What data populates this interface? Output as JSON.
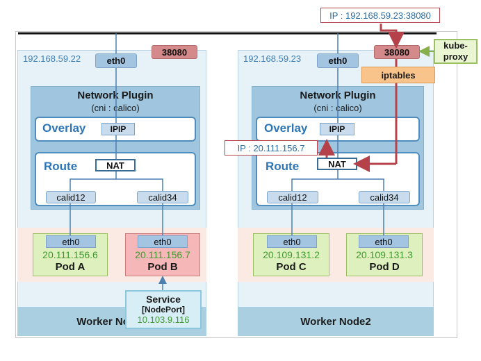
{
  "external_callout": "IP : 192.168.59.23:38080",
  "inner_callout": "IP : 20.111.156.7",
  "kube_proxy": [
    "kube-",
    "proxy"
  ],
  "iptables": "iptables",
  "nodes": [
    {
      "ip": "192.168.59.22",
      "eth": "eth0",
      "port": "38080",
      "plugin_title": "Network Plugin",
      "plugin_sub": "(cni : calico)",
      "overlay": "Overlay",
      "ipip": "IPIP",
      "route": "Route",
      "nat": "NAT",
      "calids": [
        "calid12",
        "calid34"
      ],
      "pods": [
        {
          "eth": "eth0",
          "ip": "20.111.156.6",
          "name": "Pod A",
          "style": "green"
        },
        {
          "eth": "eth0",
          "ip": "20.111.156.7",
          "name": "Pod B",
          "style": "red"
        }
      ],
      "worker": "Worker Node1"
    },
    {
      "ip": "192.168.59.23",
      "eth": "eth0",
      "port": "38080",
      "plugin_title": "Network Plugin",
      "plugin_sub": "(cni : calico)",
      "overlay": "Overlay",
      "ipip": "IPIP",
      "route": "Route",
      "nat": "NAT",
      "calids": [
        "calid12",
        "calid34"
      ],
      "pods": [
        {
          "eth": "eth0",
          "ip": "20.109.131.2",
          "name": "Pod C",
          "style": "green"
        },
        {
          "eth": "eth0",
          "ip": "20.109.131.3",
          "name": "Pod D",
          "style": "green"
        }
      ],
      "worker": "Worker Node2"
    }
  ],
  "service": {
    "title": "Service",
    "type": "[NodePort]",
    "ip": "10.103.9.116"
  },
  "colors": {
    "arrow": "#b5414a",
    "line": "#4a7fb0",
    "ip_green": "#3f9a2e",
    "label_blue": "#2e75b6"
  }
}
